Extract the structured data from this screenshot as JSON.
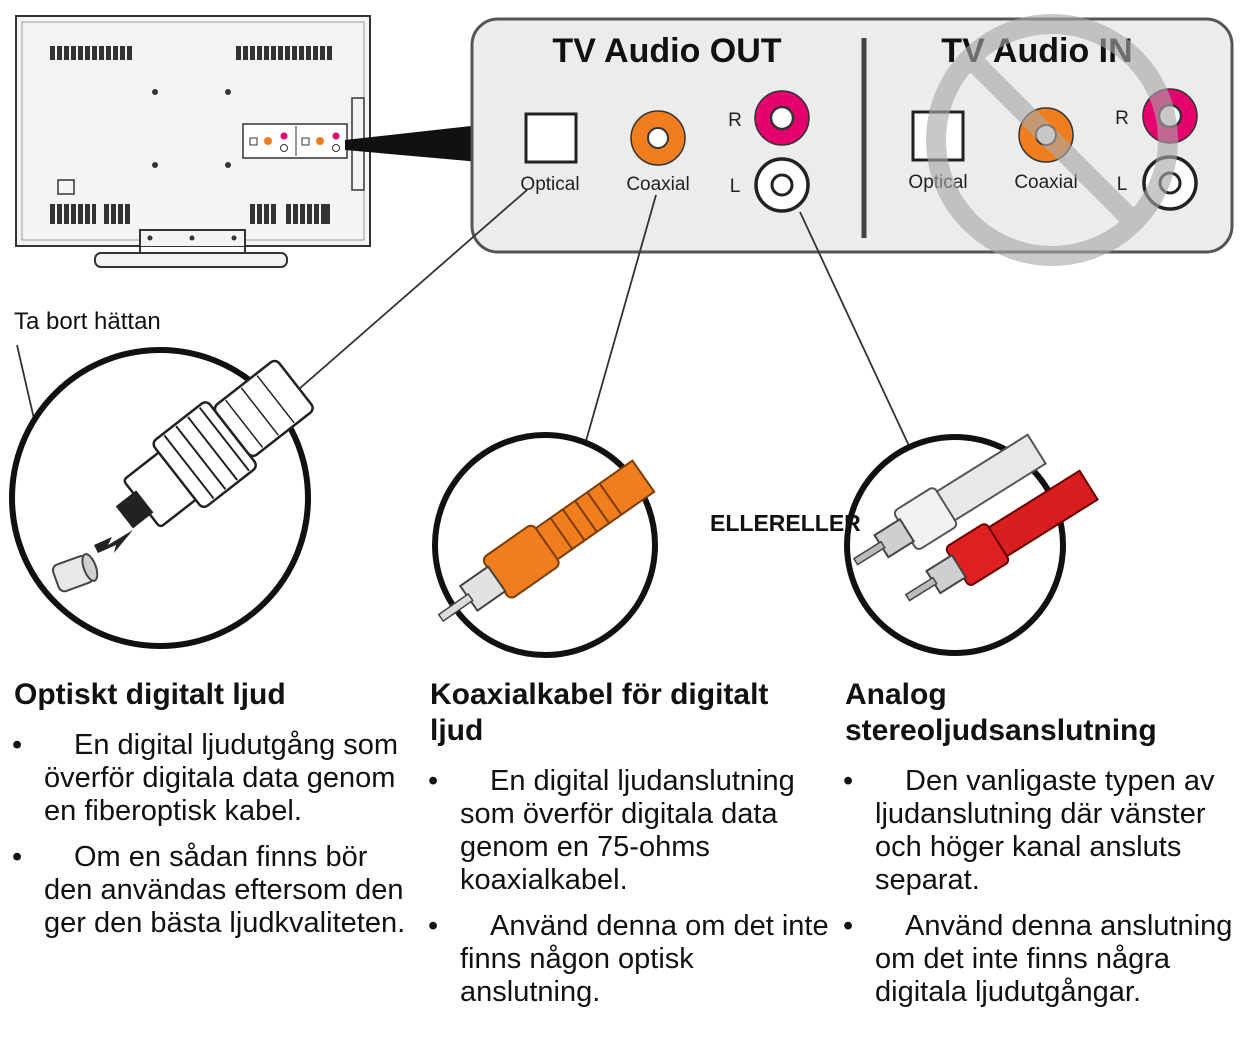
{
  "panel": {
    "out_title": "TV Audio OUT",
    "in_title": "TV Audio IN",
    "optical_label": "Optical",
    "coaxial_label": "Coaxial",
    "r_label": "R",
    "l_label": "L",
    "colors": {
      "red_jack": "#e5006e",
      "coax_jack": "#f07e1e",
      "no_symbol": "#a8a8a8"
    }
  },
  "cap_label": "Ta bort hättan",
  "or_label": "ELLERELLER",
  "sections": [
    {
      "title": "Optiskt digitalt ljud",
      "bullets": [
        "En digital ljudutgång som överför digitala data genom en fiberoptisk kabel.",
        "Om en sådan finns bör den användas eftersom den ger den bästa ljudkvaliteten."
      ]
    },
    {
      "title": "Koaxialkabel för digitalt ljud",
      "bullets": [
        "En digital ljudanslutning som överför digitala data genom en 75-ohms koaxialkabel.",
        "Använd denna om det inte finns någon optisk anslutning."
      ]
    },
    {
      "title": "Analog stereoljudsanslutning",
      "bullets": [
        "Den vanligaste typen av ljudanslutning där vänster och höger kanal ansluts separat.",
        "Använd denna anslutning om det inte finns några digitala ljudutgångar."
      ]
    }
  ],
  "bullet_glyph": "•"
}
